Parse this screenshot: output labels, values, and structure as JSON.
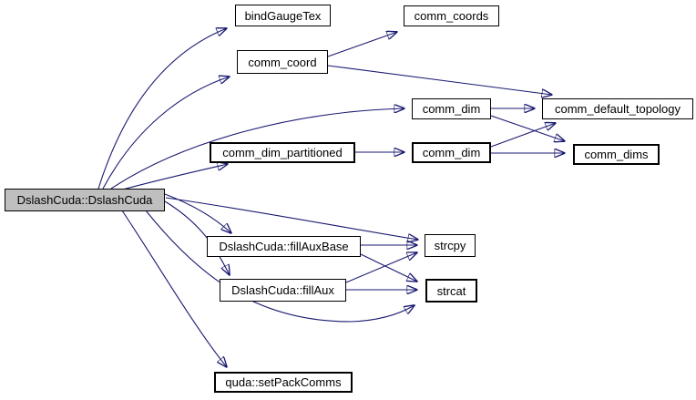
{
  "diagram": {
    "type": "call-graph",
    "colors": {
      "edge": "#191970",
      "node_fill": "#ffffff",
      "node_border": "#000000",
      "current_node_fill": "#bfbfbf"
    },
    "nodes": [
      {
        "id": "dslashcuda-dslashcuda",
        "label": "DslashCuda::DslashCuda",
        "current": true
      },
      {
        "id": "bindgaugetex",
        "label": "bindGaugeTex"
      },
      {
        "id": "comm-coords",
        "label": "comm_coords"
      },
      {
        "id": "comm-coord",
        "label": "comm_coord"
      },
      {
        "id": "comm-dim-top",
        "label": "comm_dim"
      },
      {
        "id": "comm-default-topology",
        "label": "comm_default_topology"
      },
      {
        "id": "comm-dim-partitioned",
        "label": "comm_dim_partitioned"
      },
      {
        "id": "comm-dim-bottom",
        "label": "comm_dim"
      },
      {
        "id": "comm-dims",
        "label": "comm_dims"
      },
      {
        "id": "fillauxbase",
        "label": "DslashCuda::fillAuxBase"
      },
      {
        "id": "fillaux",
        "label": "DslashCuda::fillAux"
      },
      {
        "id": "strcpy",
        "label": "strcpy"
      },
      {
        "id": "strcat",
        "label": "strcat"
      },
      {
        "id": "setpackcomms",
        "label": "quda::setPackComms"
      }
    ],
    "edges": [
      {
        "from": "DslashCuda::DslashCuda",
        "to": "bindGaugeTex"
      },
      {
        "from": "DslashCuda::DslashCuda",
        "to": "comm_coord"
      },
      {
        "from": "DslashCuda::DslashCuda",
        "to": "comm_dim (top)"
      },
      {
        "from": "DslashCuda::DslashCuda",
        "to": "comm_dim_partitioned"
      },
      {
        "from": "DslashCuda::DslashCuda",
        "to": "DslashCuda::fillAuxBase"
      },
      {
        "from": "DslashCuda::DslashCuda",
        "to": "DslashCuda::fillAux"
      },
      {
        "from": "DslashCuda::DslashCuda",
        "to": "strcpy"
      },
      {
        "from": "DslashCuda::DslashCuda",
        "to": "strcat"
      },
      {
        "from": "DslashCuda::DslashCuda",
        "to": "quda::setPackComms"
      },
      {
        "from": "comm_coord",
        "to": "comm_coords"
      },
      {
        "from": "comm_coord",
        "to": "comm_default_topology"
      },
      {
        "from": "comm_dim (top)",
        "to": "comm_default_topology"
      },
      {
        "from": "comm_dim (top)",
        "to": "comm_dims"
      },
      {
        "from": "comm_dim (bottom)",
        "to": "comm_default_topology"
      },
      {
        "from": "comm_dim (bottom)",
        "to": "comm_dims"
      },
      {
        "from": "comm_dim_partitioned",
        "to": "comm_dim (bottom)"
      },
      {
        "from": "DslashCuda::fillAuxBase",
        "to": "strcpy"
      },
      {
        "from": "DslashCuda::fillAuxBase",
        "to": "strcat"
      },
      {
        "from": "DslashCuda::fillAux",
        "to": "strcpy"
      },
      {
        "from": "DslashCuda::fillAux",
        "to": "strcat"
      }
    ]
  }
}
